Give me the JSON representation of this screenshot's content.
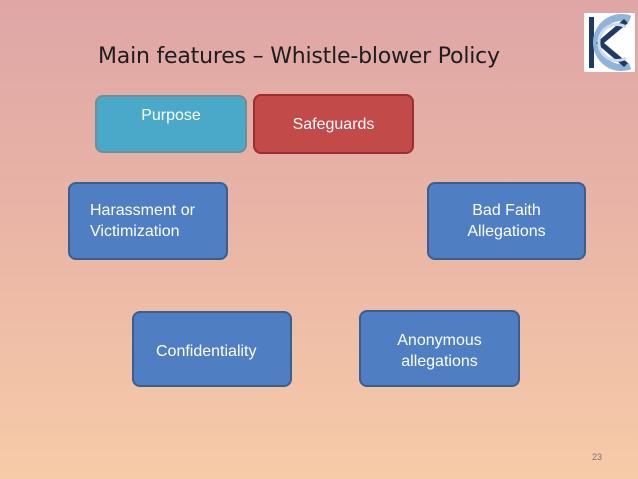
{
  "slide": {
    "title": "Main features – Whistle-blower Policy",
    "page_number": "23"
  },
  "boxes": {
    "purpose": "Purpose",
    "safeguards": "Safeguards",
    "harassment": "Harassment or\nVictimization",
    "bad_faith": "Bad Faith\nAllegations",
    "confidentiality": "Confidentiality",
    "anonymous": "Anonymous\nallegations"
  },
  "colors": {
    "purpose": "#4aa9c8",
    "safeguards": "#c24a48",
    "feature": "#4f7fc2"
  }
}
